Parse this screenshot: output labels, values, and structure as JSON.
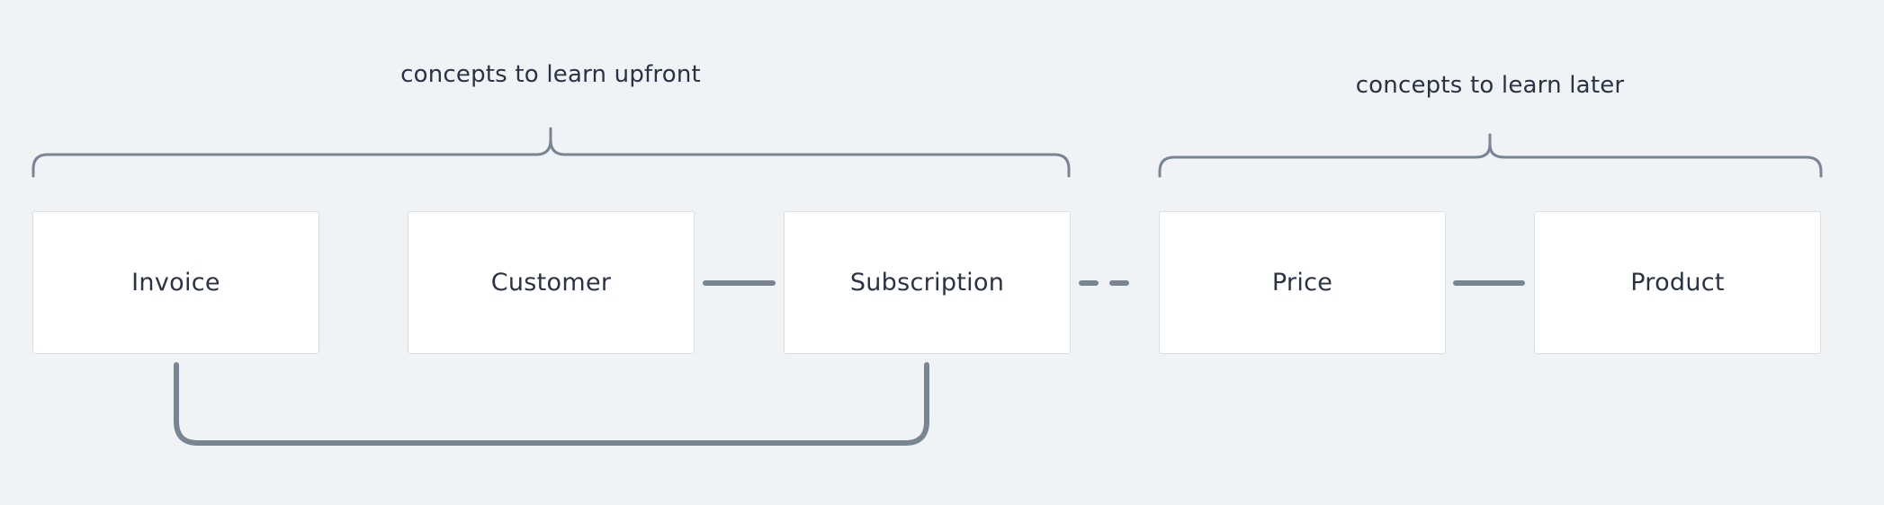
{
  "groups": {
    "upfront": {
      "label": "concepts to learn upfront"
    },
    "later": {
      "label": "concepts to learn later"
    }
  },
  "concepts": [
    {
      "id": "invoice",
      "label": "Invoice"
    },
    {
      "id": "customer",
      "label": "Customer"
    },
    {
      "id": "subscription",
      "label": "Subscription"
    },
    {
      "id": "price",
      "label": "Price"
    },
    {
      "id": "product",
      "label": "Product"
    }
  ],
  "colors": {
    "background": "#eff3f6",
    "box": "#ffffff",
    "box_border": "#d9dee5",
    "connector": "#7a8593",
    "text": "#2a3345"
  }
}
